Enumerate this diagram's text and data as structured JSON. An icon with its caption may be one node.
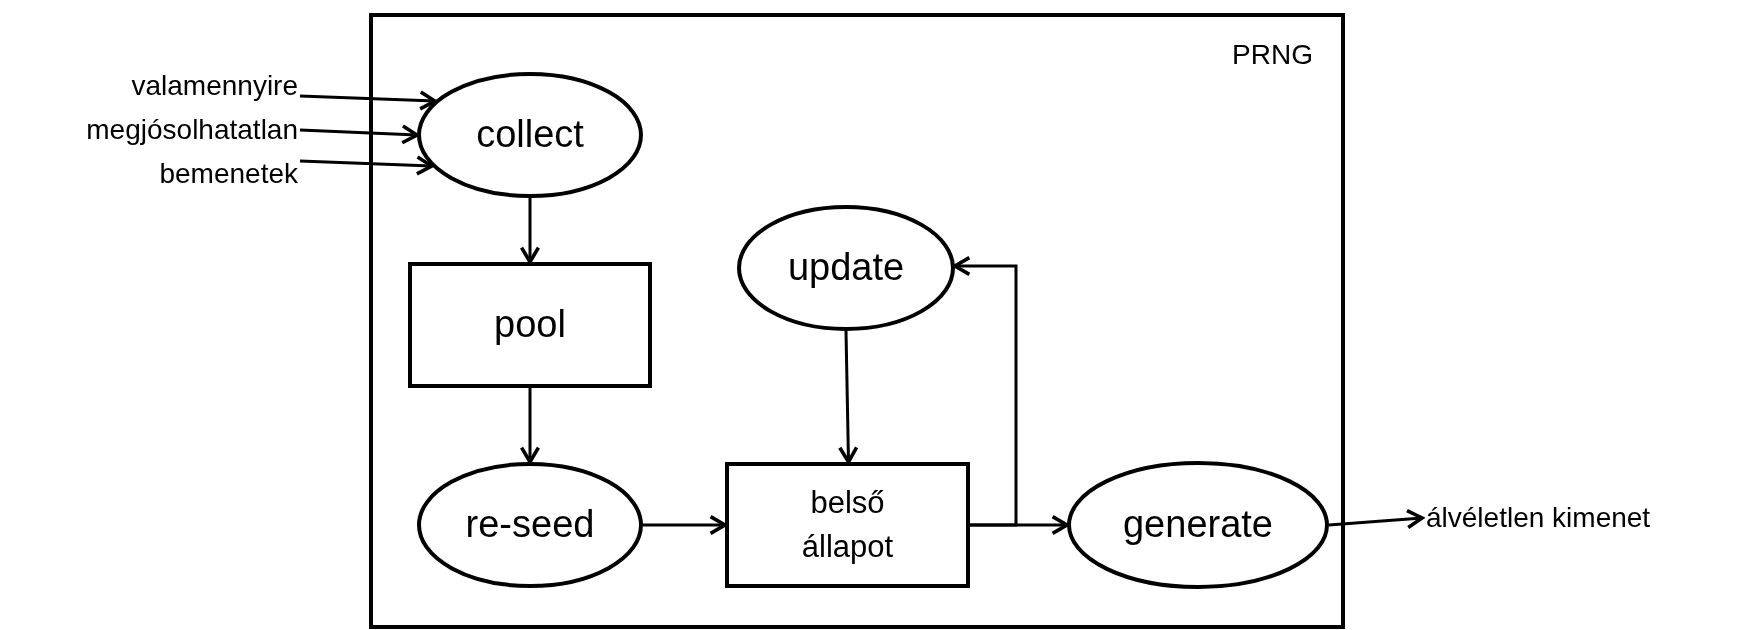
{
  "diagram": {
    "nodes": [
      {
        "text": [
          "PRNG"
        ]
      },
      {
        "text": [
          "valamennyire megjósolhatatlan bemenetek"
        ]
      },
      {
        "text": [
          "collect"
        ],
        "in": 0
      },
      {
        "text": [
          "pool"
        ],
        "in": 0
      },
      {
        "text": [
          "update"
        ],
        "in": 0
      },
      {
        "text": [
          "re-seed"
        ],
        "in": 0
      },
      {
        "text": [
          "belső állapot"
        ],
        "in": 0
      },
      {
        "text": [
          "generate"
        ],
        "in": 0
      },
      {
        "text": [
          "álvéletlen kimenet"
        ]
      }
    ],
    "edges": [
      {
        "from": 1,
        "to": 2,
        "arrow": "to"
      },
      {
        "from": 1,
        "to": 2,
        "arrow": "to"
      },
      {
        "from": 1,
        "to": 2,
        "arrow": "to"
      },
      {
        "from": 2,
        "to": 3,
        "arrow": "to"
      },
      {
        "from": 3,
        "to": 5,
        "arrow": "to"
      },
      {
        "from": 5,
        "to": 6,
        "arrow": "to"
      },
      {
        "from": 4,
        "to": 6,
        "arrow": "to"
      },
      {
        "from": 6,
        "to": 7,
        "arrow": "to"
      },
      {
        "from": 6,
        "to": 4,
        "arrow": "to"
      },
      {
        "from": 7,
        "to": 8,
        "arrow": "to"
      }
    ]
  }
}
